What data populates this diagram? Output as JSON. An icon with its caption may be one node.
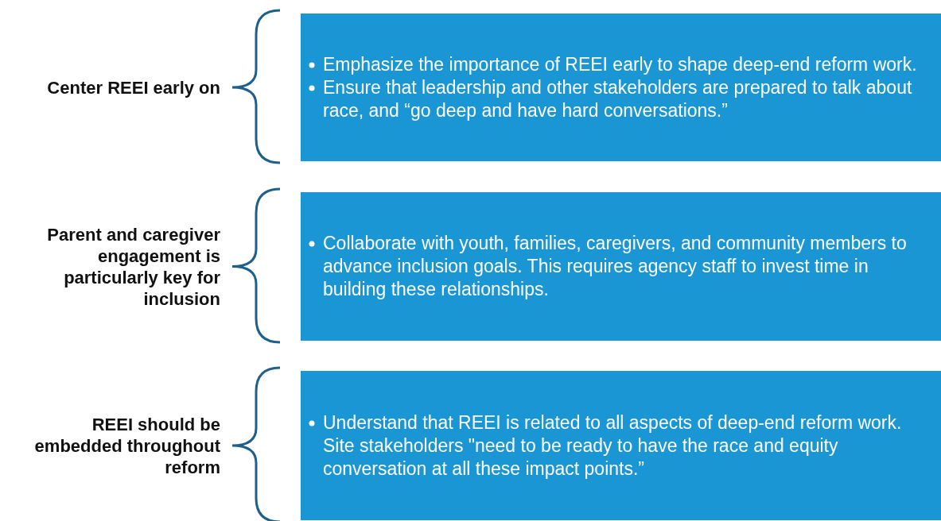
{
  "diagram": {
    "nodes": [
      {
        "text": [
          "Center REEI early on"
        ]
      },
      {
        "text": [
          "Emphasize the importance of REEI early to shape deep-end reform work.",
          "Ensure that leadership and other stakeholders are prepared to talk about race, and “go deep and have hard conversations.”"
        ]
      },
      {
        "text": [
          "Parent and caregiver engagement is particularly key for inclusion"
        ]
      },
      {
        "text": [
          "Collaborate with youth, families, caregivers, and community members to advance inclusion goals. This requires agency staff to invest time in building these relationships."
        ]
      },
      {
        "text": [
          "REEI should be embedded throughout reform"
        ]
      },
      {
        "text": [
          "Understand that REEI is related to all aspects of deep-end reform work. Site stakeholders \"need to be ready to have the race and equity conversation at all these impact points.”"
        ]
      }
    ]
  }
}
